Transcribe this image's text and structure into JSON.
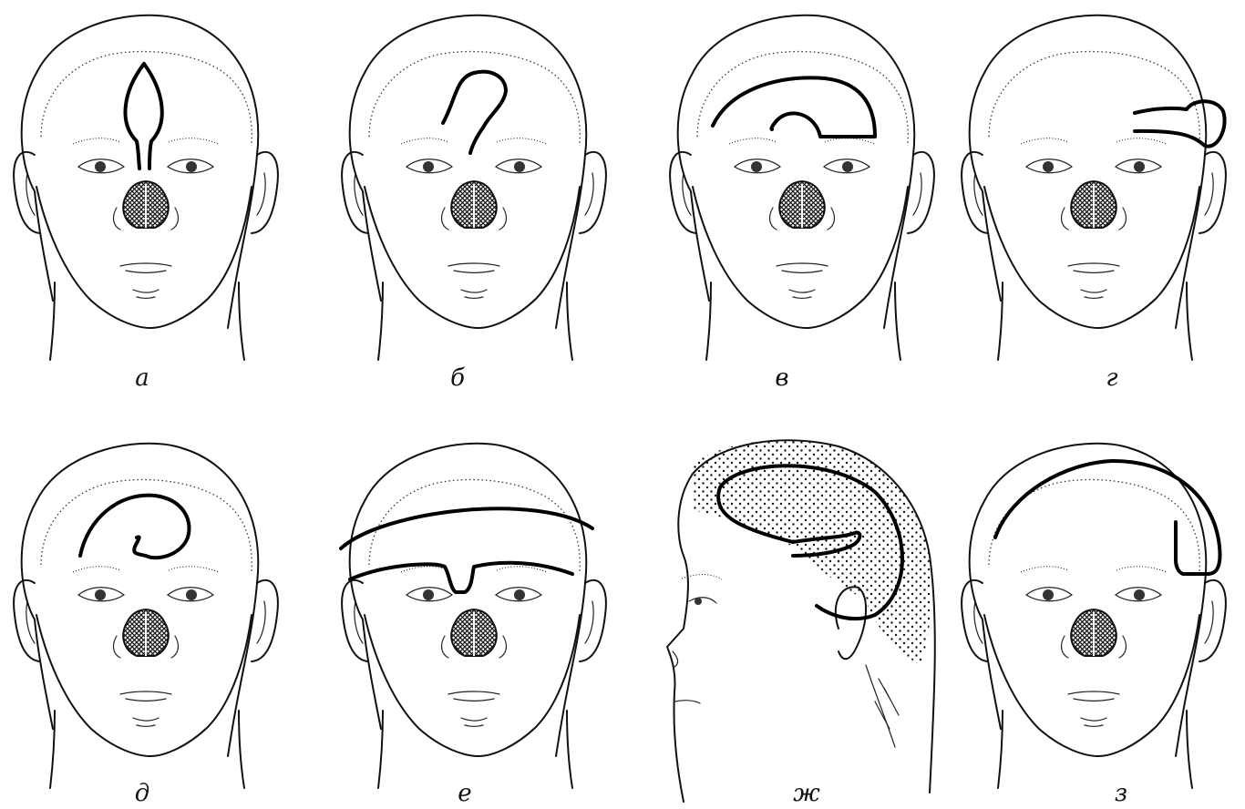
{
  "figure": {
    "panels": [
      {
        "id": "a",
        "label": "а",
        "view": "front",
        "incision": "vertical-teardrop-midforehead"
      },
      {
        "id": "b",
        "label": "б",
        "view": "front",
        "incision": "oblique-curved-forehead"
      },
      {
        "id": "v",
        "label": "в",
        "view": "front",
        "incision": "arched-hairline-with-hook"
      },
      {
        "id": "g",
        "label": "г",
        "view": "front",
        "incision": "lateral-looped-temple"
      },
      {
        "id": "d",
        "label": "д",
        "view": "front",
        "incision": "curled-forehead-hook"
      },
      {
        "id": "e",
        "label": "е",
        "view": "front",
        "incision": "coronal-and-brow-line"
      },
      {
        "id": "zh",
        "label": "ж",
        "view": "profile",
        "incision": "scalp-flap-dotted"
      },
      {
        "id": "z",
        "label": "з",
        "view": "front",
        "incision": "coronal-hook-right"
      }
    ]
  }
}
